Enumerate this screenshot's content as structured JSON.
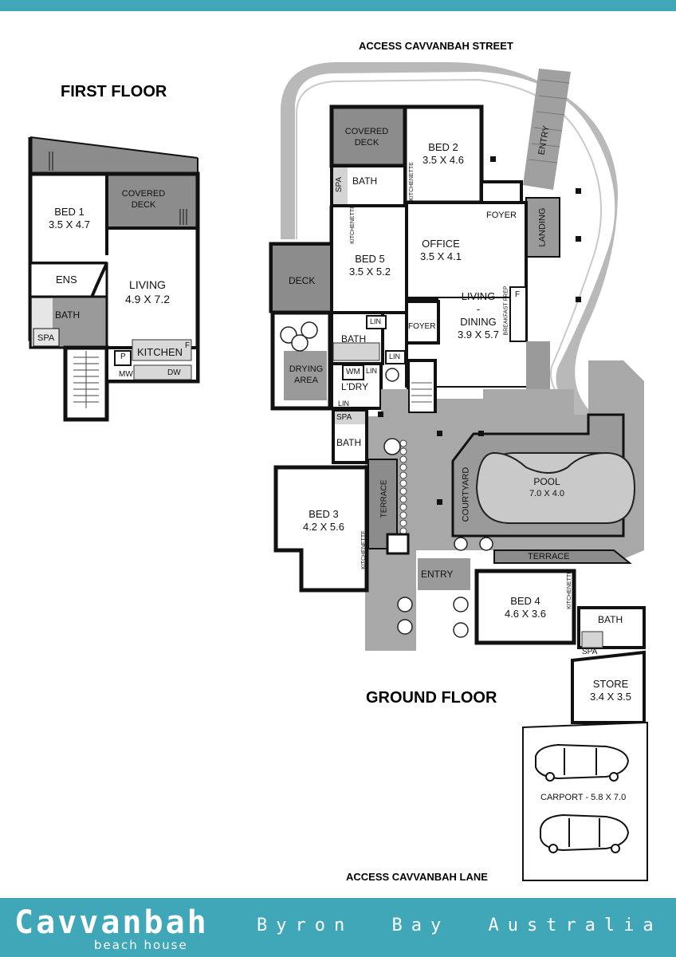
{
  "page": {
    "access_top": "ACCESS CAVVANBAH STREET",
    "access_bottom": "ACCESS CAVVANBAH LANE",
    "first_floor": "FIRST FLOOR",
    "ground_floor": "GROUND FLOOR"
  },
  "first_floor_rooms": {
    "covered_deck": [
      "COVERED",
      "DECK"
    ],
    "bed1": [
      "BED 1",
      "3.5 X 4.7"
    ],
    "ens": "ENS",
    "living": [
      "LIVING",
      "4.9 X 7.2"
    ],
    "bath": "BATH",
    "spa": "SPA",
    "kitchen": "KITCHEN",
    "f": "F",
    "p": "P",
    "mw": "MW",
    "dw": "DW"
  },
  "ground_floor_rooms": {
    "covered_deck": [
      "COVERED",
      "DECK"
    ],
    "bed2": [
      "BED 2",
      "3.5 X 4.6"
    ],
    "spa_top": "SPA",
    "bath_top": "BATH",
    "kitchenette_top": "KITCHENETTE",
    "entry_path": "ENTRY",
    "foyer_top": "FOYER",
    "landing": "LANDING",
    "kitchenette_bed5": "KITCHENETTE",
    "deck": "DECK",
    "bed5": [
      "BED 5",
      "3.5 X 5.2"
    ],
    "office": [
      "OFFICE",
      "3.5 X 4.1"
    ],
    "living_dining": [
      "LIVING",
      "-",
      "DINING",
      "3.9 X 5.7"
    ],
    "breakfast_prep": "BREAKFAST PREP",
    "f": "F",
    "foyer_mid": "FOYER",
    "lin1": "LIN",
    "lin2": "LIN",
    "lin3": "LIN",
    "lin4": "LIN",
    "bath_mid": "BATH",
    "wm": "WM",
    "drying_area": [
      "DRYING",
      "AREA"
    ],
    "ldry": "L'DRY",
    "spa_mid": "SPA",
    "bath_lower": "BATH",
    "bed3": [
      "BED 3",
      "4.2 X 5.6"
    ],
    "terrace_left": "TERRACE",
    "kitchenette_bed3": "KITCHENETTE",
    "courtyard": "COURTYARD",
    "pool": [
      "POOL",
      "7.0 X 4.0"
    ],
    "terrace_right": "TERRACE",
    "entry": "ENTRY",
    "bed4": [
      "BED 4",
      "4.6 X 3.6"
    ],
    "kitchenette_bed4": "KITCHENETTE",
    "bath_bed4": "BATH",
    "spa_bed4": "SPA",
    "store": [
      "STORE",
      "3.4 X 3.5"
    ],
    "carport": "CARPORT - 5.8 X 7.0"
  },
  "footer": {
    "brand": "Cavvanbah",
    "brand_sub": "beach house",
    "tagline": "Byron Bay Australia"
  },
  "colors": {
    "accent": "#3fa7b8",
    "wall": "#111111",
    "deck": "#8c8c8c",
    "paving": "#a8a8a8",
    "path": "#b9b9b9",
    "pool": "#c9c9c9"
  }
}
